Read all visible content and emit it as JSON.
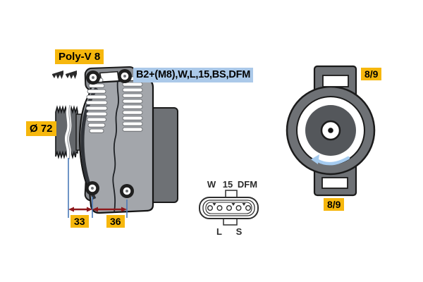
{
  "diagram": {
    "type": "alternator-technical-drawing",
    "side_view": {
      "belt_label": "Poly-V 8",
      "pulley_diameter_label": "Ø 72",
      "terminal_label": "B2+(M8),W,L,15,BS,DFM",
      "dim_pulley_to_mount": "33",
      "dim_mount_span": "36"
    },
    "front_view": {
      "mount_top_label": "8/9",
      "mount_bottom_label": "8/9",
      "rotation_direction": "counterclockwise"
    },
    "connector": {
      "pin_count": 5,
      "top_row": [
        "W",
        "15",
        "DFM"
      ],
      "bottom_row": [
        "L",
        "S"
      ]
    },
    "colors": {
      "label_yellow": "#F6B70D",
      "label_blue": "#ABC9E9",
      "body_gray": "#A3A6AB",
      "dark_gray": "#6E7175",
      "outline": "#1A1A1A",
      "dimension_blue": "#4A7AB8",
      "dimension_red": "#8E191C",
      "rotation_arrow_blue": "#A5CBEF"
    }
  }
}
